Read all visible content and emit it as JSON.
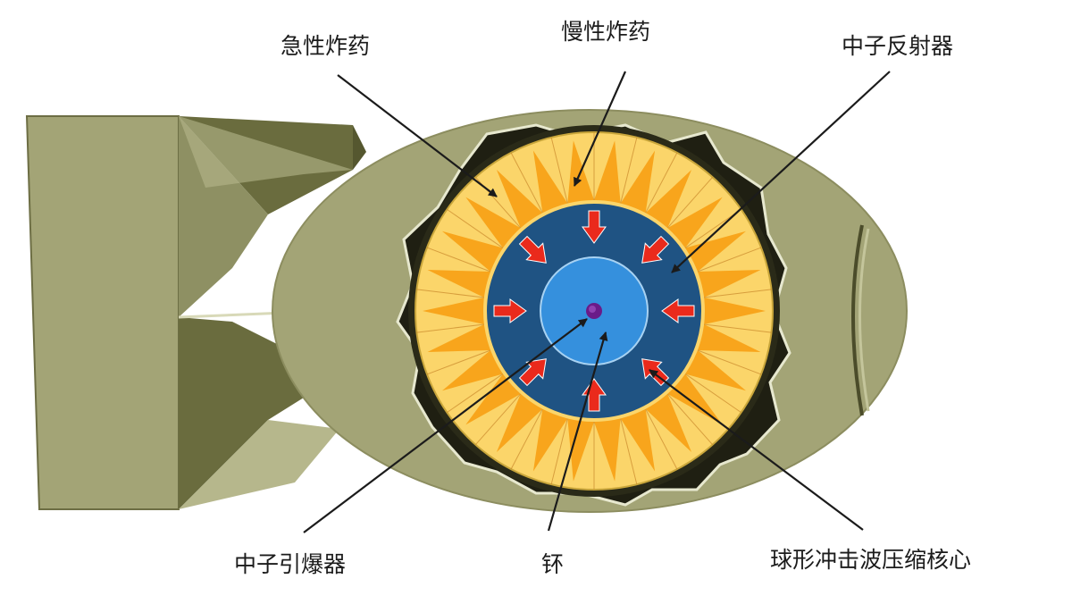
{
  "labels": {
    "fast_explosive": "急性炸药",
    "slow_explosive": "慢性炸药",
    "neutron_reflector": "中子反射器",
    "neutron_initiator": "中子引爆器",
    "plutonium": "钚",
    "compression_core": "球形冲击波压缩核心"
  },
  "colors": {
    "casing": "#a3a476",
    "tail_dark": "#6a6c3e",
    "tail_mid": "#8e9063",
    "tail_light": "#b6b78c",
    "explosive_yellow": "#fbd56a",
    "explosive_orange": "#f8a51c",
    "reflector": "#1f5383",
    "core": "#3590dd",
    "initiator": "#6a1b88",
    "arrow": "#ea2a1c"
  }
}
